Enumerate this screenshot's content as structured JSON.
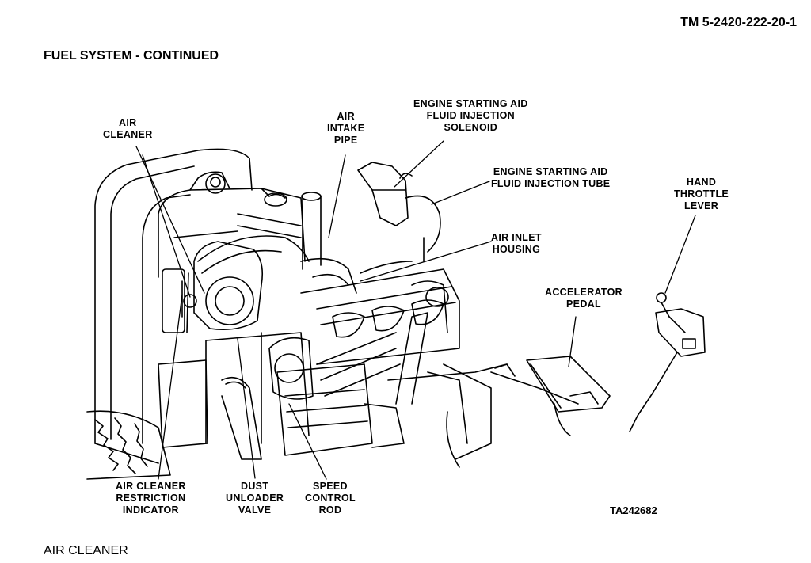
{
  "header": {
    "doc_number": "TM 5-2420-222-20-1",
    "section_title": "FUEL SYSTEM - CONTINUED"
  },
  "figure": {
    "caption": "AIR CLEANER",
    "reference_id": "TA242682",
    "labels": {
      "air_cleaner": "AIR\nCLEANER",
      "air_intake_pipe": "AIR\nINTAKE\nPIPE",
      "starting_aid_solenoid": "ENGINE STARTING AID\nFLUID INJECTION\nSOLENOID",
      "starting_aid_tube": "ENGINE STARTING AID\nFLUID INJECTION TUBE",
      "hand_throttle_lever": "HAND\nTHROTTLE\nLEVER",
      "air_inlet_housing": "AIR INLET\nHOUSING",
      "accelerator_pedal": "ACCELERATOR\nPEDAL",
      "restriction_indicator": "AIR CLEANER\nRESTRICTION\nINDICATOR",
      "dust_unloader_valve": "DUST\nUNLOADER\nVALVE",
      "speed_control_rod": "SPEED\nCONTROL\nROD"
    }
  }
}
